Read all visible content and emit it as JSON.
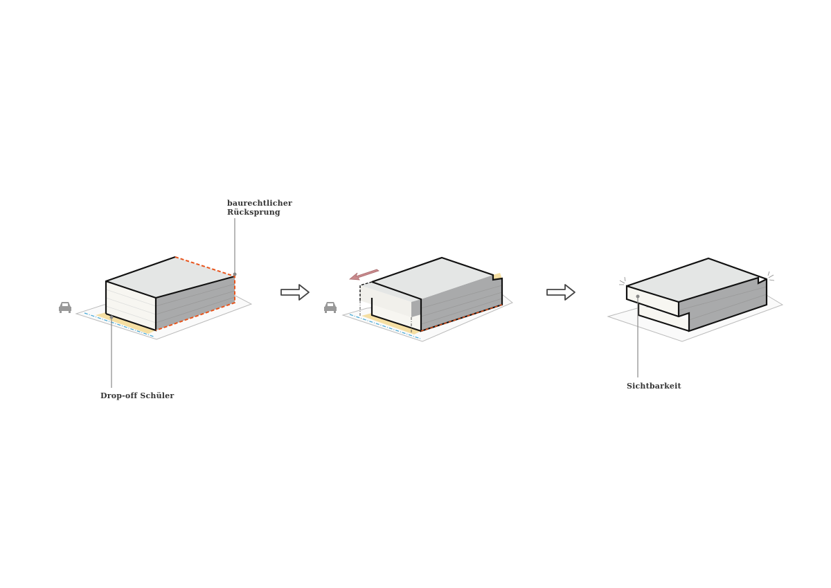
{
  "labels": {
    "setback_line1": "baurechtlicher",
    "setback_line2": "Rücksprung",
    "dropoff": "Drop-off Schüler",
    "visibility": "Sichtbarkeit"
  },
  "colors": {
    "roof": "#e4e6e5",
    "side_dark": "#a9aaab",
    "side_light": "#f7f6f1",
    "dropoff_zone": "#f5dfa3",
    "setback_line": "#e8541c",
    "street_line": "#3fa6d6",
    "move_arrow": "#c98a8d"
  }
}
